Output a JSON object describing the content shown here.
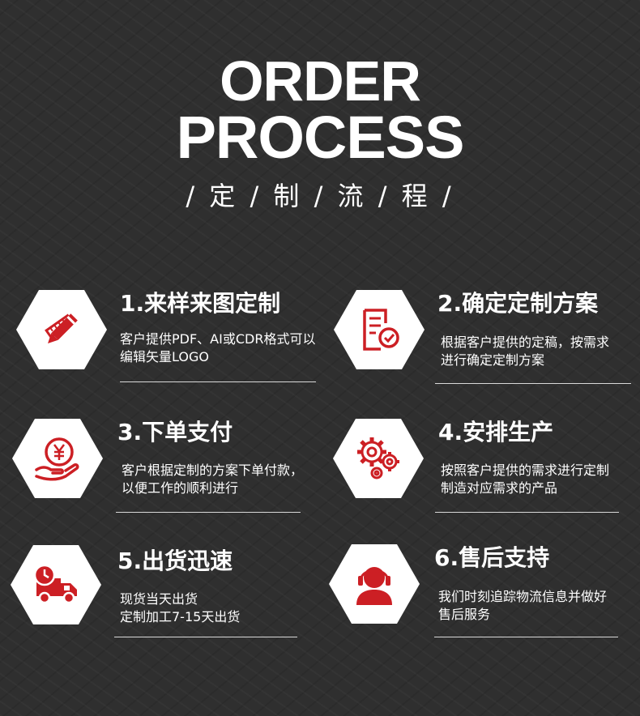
{
  "header": {
    "title_line1": "ORDER",
    "title_line2": "PROCESS",
    "subtitle": "/ 定 / 制 / 流 / 程 /"
  },
  "colors": {
    "accent": "#cc1f24",
    "background": "#2f2f2f",
    "text": "#ffffff"
  },
  "steps": [
    {
      "title": "1.来样来图定制",
      "lines": [
        "客户提供PDF、AI或CDR格式可以",
        "编辑矢量LOGO"
      ],
      "icon": "pencil-ruler-icon"
    },
    {
      "title": "2.确定定制方案",
      "lines": [
        "根据客户提供的定稿，按需求",
        "进行确定定制方案"
      ],
      "icon": "document-check-icon"
    },
    {
      "title": "3.下单支付",
      "lines": [
        "客户根据定制的方案下单付款，",
        "以便工作的顺利进行"
      ],
      "icon": "payment-hand-icon"
    },
    {
      "title": "4.安排生产",
      "lines": [
        "按照客户提供的需求进行定制",
        "制造对应需求的产品"
      ],
      "icon": "gears-icon"
    },
    {
      "title": "5.出货迅速",
      "lines": [
        "现货当天出货",
        "定制加工7-15天出货"
      ],
      "icon": "delivery-truck-icon"
    },
    {
      "title": "6.售后支持",
      "lines": [
        "我们时刻追踪物流信息并做好",
        "售后服务"
      ],
      "icon": "customer-service-icon"
    }
  ]
}
